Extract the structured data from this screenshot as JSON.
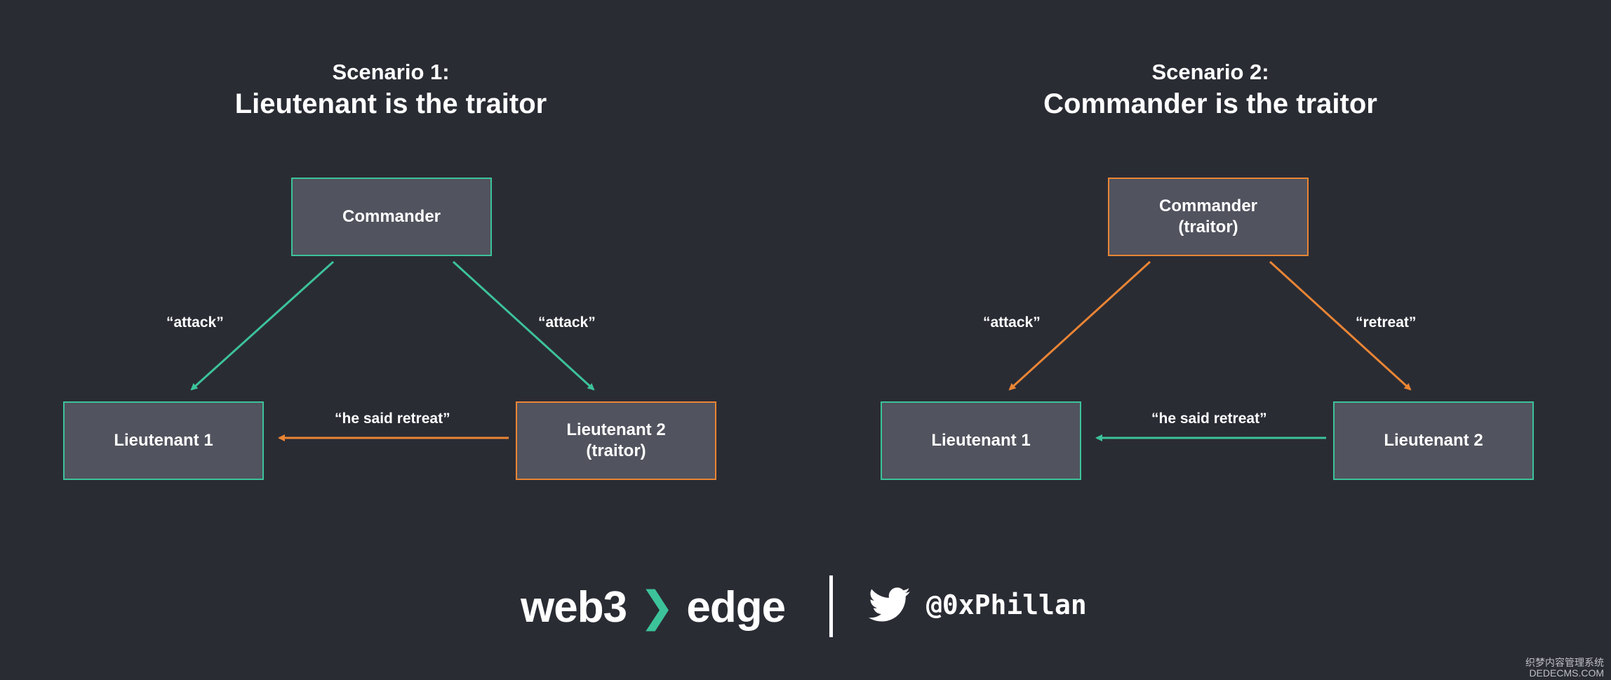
{
  "scenario1": {
    "title_line1": "Scenario 1:",
    "title_line2": "Lieutenant is the traitor",
    "commander": "Commander",
    "lieutenant1": "Lieutenant 1",
    "lieutenant2_line1": "Lieutenant 2",
    "lieutenant2_line2": "(traitor)",
    "label_left": "“attack”",
    "label_right": "“attack”",
    "label_bottom": "“he said retreat”"
  },
  "scenario2": {
    "title_line1": "Scenario 2:",
    "title_line2": "Commander is the traitor",
    "commander_line1": "Commander",
    "commander_line2": "(traitor)",
    "lieutenant1": "Lieutenant 1",
    "lieutenant2": "Lieutenant 2",
    "label_left": "“attack”",
    "label_right": "“retreat”",
    "label_bottom": "“he said retreat”"
  },
  "footer": {
    "brand_left": "web3",
    "brand_chevron": "❯",
    "brand_right": "edge",
    "twitter_handle": "@0xPhillan",
    "watermark_line1": "织梦内容管理系统",
    "watermark_line2": "DEDECMS.COM"
  },
  "colors": {
    "background": "#2a2c34",
    "node_fill": "#51535e",
    "honest": "#3cc39a",
    "traitor": "#ea8534"
  },
  "icons": [
    "twitter-icon"
  ]
}
